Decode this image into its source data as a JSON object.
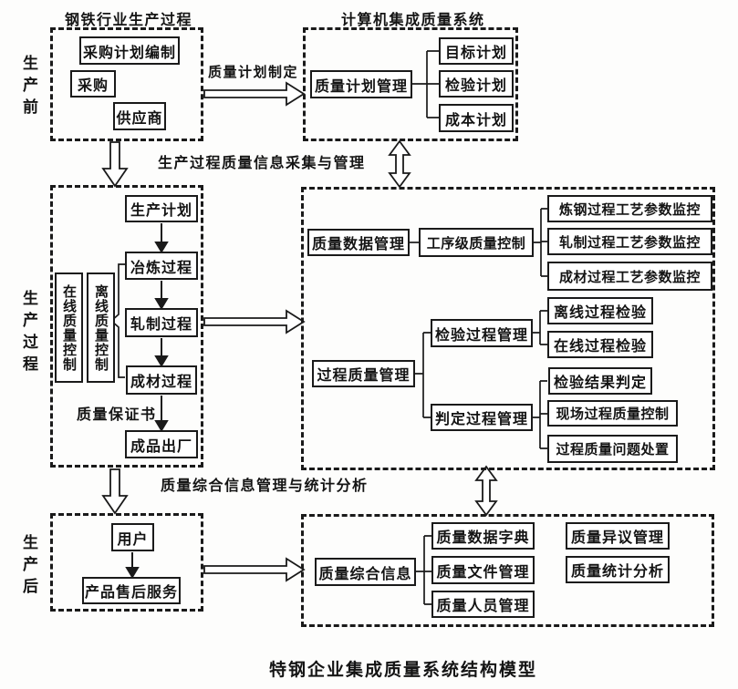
{
  "caption": "特钢企业集成质量系统结构模型",
  "phase_labels": {
    "pre": "生产前",
    "during": "生产过程",
    "post": "生产后"
  },
  "connector_labels": {
    "plan_formulation": "质量计划制定",
    "info_collection": "生产过程质量信息采集与管理",
    "info_statistics": "质量综合信息管理与统计分析"
  },
  "steel_process": {
    "title": "钢铁行业生产过程",
    "purchase_plan": "采购计划编制",
    "purchase": "采购",
    "supplier": "供应商"
  },
  "ciq_system": {
    "title": "计算机集成质量系统",
    "plan_mgmt": "质量计划管理",
    "plans": [
      "目标计划",
      "检验计划",
      "成本计划"
    ]
  },
  "production": {
    "flow": [
      "生产计划",
      "冶炼过程",
      "轧制过程",
      "成材过程",
      "成品出厂"
    ],
    "online_control": "在线质量控制",
    "offline_control": "离线质量控制",
    "certificate_label": "质量保证书"
  },
  "process_quality": {
    "data_mgmt": "质量数据管理",
    "process_level_control": "工序级质量控制",
    "monitors": [
      "炼钢过程工艺参数监控",
      "轧制过程工艺参数监控",
      "成材过程工艺参数监控"
    ],
    "quality_mgmt": "过程质量管理",
    "inspection_mgmt": "检验过程管理",
    "inspections": [
      "离线过程检验",
      "在线过程检验"
    ],
    "judgment_mgmt": "判定过程管理",
    "judgments": [
      "检验结果判定",
      "现场过程质量控制",
      "过程质量问题处置"
    ]
  },
  "after_sales": {
    "user": "用户",
    "service": "产品售后服务"
  },
  "info_mgmt": {
    "parent": "质量综合信息",
    "children": [
      "质量数据字典",
      "质量文件管理",
      "质量人员管理"
    ],
    "side": [
      "质量异议管理",
      "质量统计分析"
    ]
  }
}
